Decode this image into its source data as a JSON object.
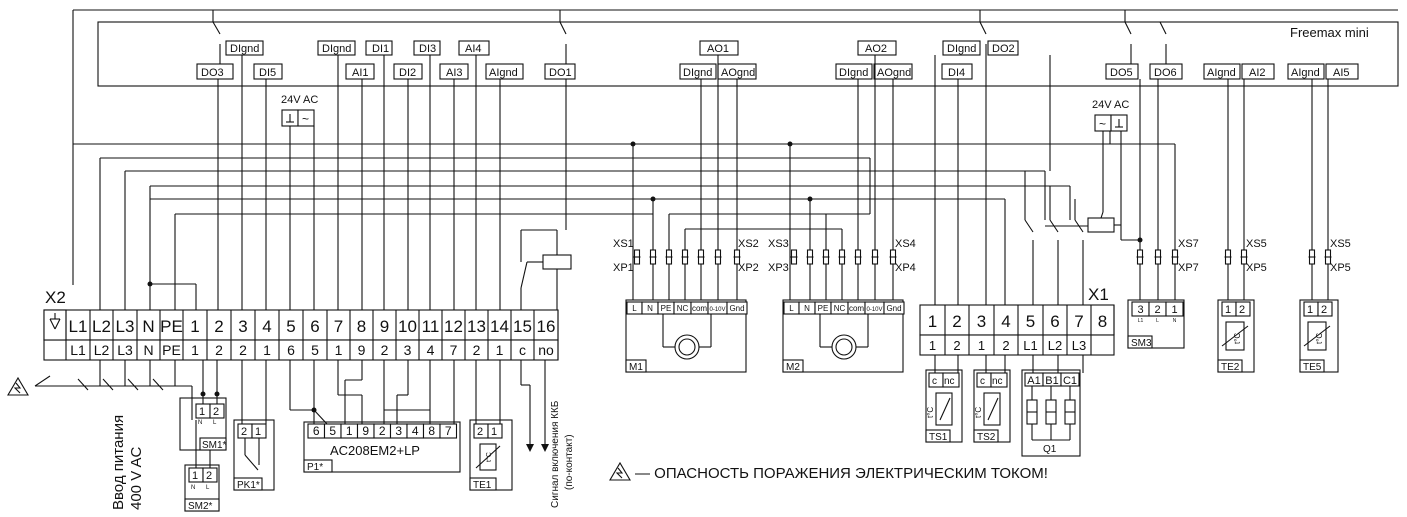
{
  "controller": {
    "title": "Freemax mini",
    "ports_top": [
      "DIgnd",
      "DIgnd",
      "DI1",
      "DI3",
      "AI4",
      "DO1",
      "AO1",
      "AO2",
      "DIgnd",
      "DO2"
    ],
    "ports_low": [
      "DO3",
      "DI5",
      "AI1",
      "DI2",
      "AI3",
      "AIgnd",
      "DIgnd",
      "AOgnd",
      "DIgnd",
      "AOgnd",
      "DI4",
      "DO5",
      "DO6",
      "AIgnd",
      "AI2",
      "AIgnd",
      "AI5"
    ],
    "supply_left": "24V AC",
    "supply_right": "24V AC"
  },
  "terminal_x2": {
    "name": "X2",
    "top_labels": [
      "L1",
      "L2",
      "L3",
      "N",
      "PE",
      "1",
      "2",
      "3",
      "4",
      "5",
      "6",
      "7",
      "8",
      "9",
      "10",
      "11",
      "12",
      "13",
      "14",
      "15",
      "16"
    ],
    "bottom_labels": [
      "L1",
      "L2",
      "L3",
      "N",
      "PE",
      "1",
      "2",
      "2",
      "1",
      "6",
      "5",
      "1",
      "9",
      "2",
      "3",
      "4",
      "7",
      "2",
      "1",
      "c",
      "no"
    ]
  },
  "terminal_x1": {
    "name": "X1",
    "top_labels": [
      "1",
      "2",
      "3",
      "4",
      "5",
      "6",
      "7",
      "8"
    ],
    "bottom_labels": [
      "1",
      "2",
      "1",
      "2",
      "L1",
      "L2",
      "L3"
    ]
  },
  "connectors": [
    "XS1",
    "XP1",
    "XS2",
    "XP2",
    "XS3",
    "XP3",
    "XS4",
    "XP4",
    "XS7",
    "XP7",
    "XS5",
    "XP5",
    "XS5",
    "XP5"
  ],
  "motor_terms": [
    "L",
    "N",
    "PE",
    "NC",
    "com",
    "0-10V",
    "Gnd"
  ],
  "devices": {
    "m1": "M1",
    "m2": "M2",
    "sm1": "SM1*",
    "sm2": "SM2*",
    "pk1": "PK1*",
    "p1": "P1*",
    "p1_model": "AC208EM2+LP",
    "p1_pins": [
      "6",
      "5",
      "1",
      "9",
      "2",
      "3",
      "4",
      "8",
      "7"
    ],
    "te1": "TE1",
    "te2": "TE2",
    "te5": "TE5",
    "ts1": "TS1",
    "ts2": "TS2",
    "q1": "Q1",
    "q1_pins": [
      "A1",
      "B1",
      "C1"
    ],
    "sm3": "SM3",
    "sm3_pins": [
      "3",
      "2",
      "1"
    ],
    "sm3_sub": [
      "L1",
      "L",
      "N"
    ],
    "nc_pins": [
      "c",
      "nc"
    ],
    "pin_12": [
      "1",
      "2"
    ],
    "pin_21": [
      "2",
      "1"
    ],
    "sm_sub": [
      "N",
      "L"
    ],
    "temp": "t°C"
  },
  "labels": {
    "power_in_1": "Ввод питания",
    "power_in_2": "400 V AC",
    "kkb_1": "Сигнал включения ККБ",
    "kkb_2": "(по-контакт)",
    "warning": "— ОПАСНОСТЬ ПОРАЖЕНИЯ ЭЛЕКТРИЧЕСКИМ ТОКОМ!"
  },
  "icons": {
    "hazard": "electric-hazard-icon",
    "ground": "ground-icon"
  }
}
